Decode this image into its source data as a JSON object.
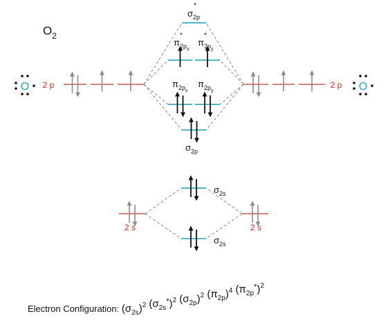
{
  "molecule": {
    "symbol": "O",
    "subscript": "2"
  },
  "atoms": {
    "left": {
      "symbol": "O",
      "color": "#1aa7c7"
    },
    "right": {
      "symbol": "O",
      "color": "#1aa7c7"
    }
  },
  "atomic_orbitals": {
    "left_2p": {
      "label": "2 p",
      "electrons": [
        "paired",
        "up",
        "up"
      ]
    },
    "right_2p": {
      "label": "2 p",
      "electrons": [
        "paired",
        "up",
        "up"
      ]
    },
    "left_2s": {
      "label": "2 s",
      "electrons": [
        "paired"
      ]
    },
    "right_2s": {
      "label": "2 s",
      "electrons": [
        "paired"
      ]
    }
  },
  "molecular_orbitals": {
    "sigma_2p_star": {
      "symbol": "σ",
      "sub": "2p",
      "star": "*",
      "electrons": []
    },
    "pi_2px_star": {
      "symbol": "π",
      "sub": "2p",
      "subsub": "x",
      "star": "*",
      "electrons": [
        "up"
      ]
    },
    "pi_2py_star": {
      "symbol": "π",
      "sub": "2p",
      "subsub": "y",
      "star": "*",
      "electrons": [
        "up"
      ]
    },
    "pi_2px": {
      "symbol": "π",
      "sub": "2p",
      "subsub": "x",
      "electrons": [
        "paired"
      ]
    },
    "pi_2py": {
      "symbol": "π",
      "sub": "2p",
      "subsub": "y",
      "electrons": [
        "paired"
      ]
    },
    "sigma_2p": {
      "symbol": "σ",
      "sub": "2p",
      "electrons": [
        "paired"
      ]
    },
    "sigma_2s_star": {
      "symbol": "σ",
      "sub": "2s",
      "electrons": [
        "paired"
      ]
    },
    "sigma_2s": {
      "symbol": "σ",
      "sub": "2s",
      "electrons": [
        "paired"
      ]
    }
  },
  "config": {
    "prefix": "Electron Configuration:",
    "terms": [
      {
        "open": "(",
        "sym": "σ",
        "sub": "2s",
        "star": "",
        "close": ")",
        "exp": "2"
      },
      {
        "open": "(",
        "sym": "σ",
        "sub": "2s",
        "star": "*",
        "close": ")",
        "exp": "2"
      },
      {
        "open": "(",
        "sym": "σ",
        "sub": "2p",
        "star": "",
        "close": ")",
        "exp": "2"
      },
      {
        "open": "(",
        "sym": "π",
        "sub": "2p",
        "star": "",
        "close": ")",
        "exp": "4"
      },
      {
        "open": "(",
        "sym": "π",
        "sub": "2p",
        "star": "*",
        "close": ")",
        "exp": "2"
      }
    ]
  },
  "colors": {
    "atomic_level": "#c0392b",
    "molecular_level": "#1a9fb5",
    "atomic_electron": "#8c8c8c",
    "molecular_electron": "#111111",
    "correlation_line": "#888888",
    "label_red": "#d9261c"
  }
}
